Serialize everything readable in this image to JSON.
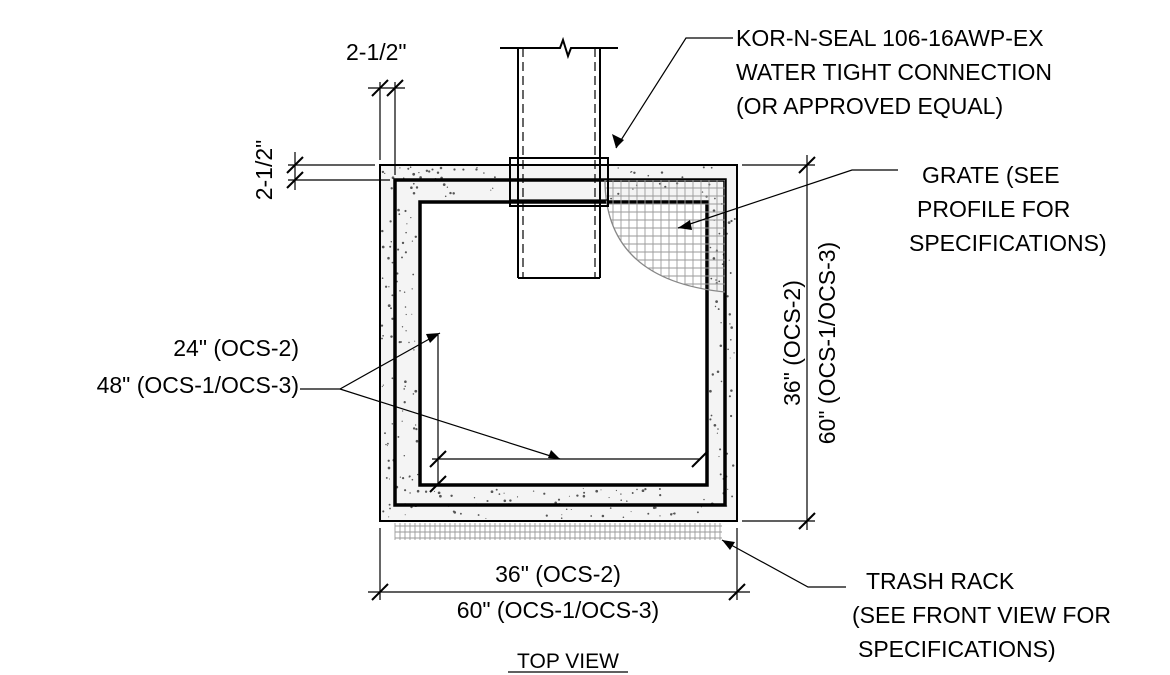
{
  "labels": {
    "seal_line1": "KOR-N-SEAL 106-16AWP-EX",
    "seal_line2": "WATER TIGHT CONNECTION",
    "seal_line3": "(OR APPROVED EQUAL)",
    "grate_line1": "GRATE (SEE",
    "grate_line2": "PROFILE FOR",
    "grate_line3": "SPECIFICATIONS)",
    "inner_dim_line1": "24\" (OCS-2)",
    "inner_dim_line2": "48\" (OCS-1/OCS-3)",
    "outer_h_dim_line1": "36\" (OCS-2)",
    "outer_h_dim_line2": "60\" (OCS-1/OCS-3)",
    "outer_v_dim_line1": "36\" (OCS-2)",
    "outer_v_dim_line2": "60\" (OCS-1/OCS-3)",
    "wall_dim_top": "2-1/2\"",
    "wall_dim_left": "2-1/2\"",
    "trash_line1": "TRASH RACK",
    "trash_line2": "(SEE FRONT VIEW FOR",
    "trash_line3": "SPECIFICATIONS)",
    "view_title": "TOP VIEW"
  }
}
